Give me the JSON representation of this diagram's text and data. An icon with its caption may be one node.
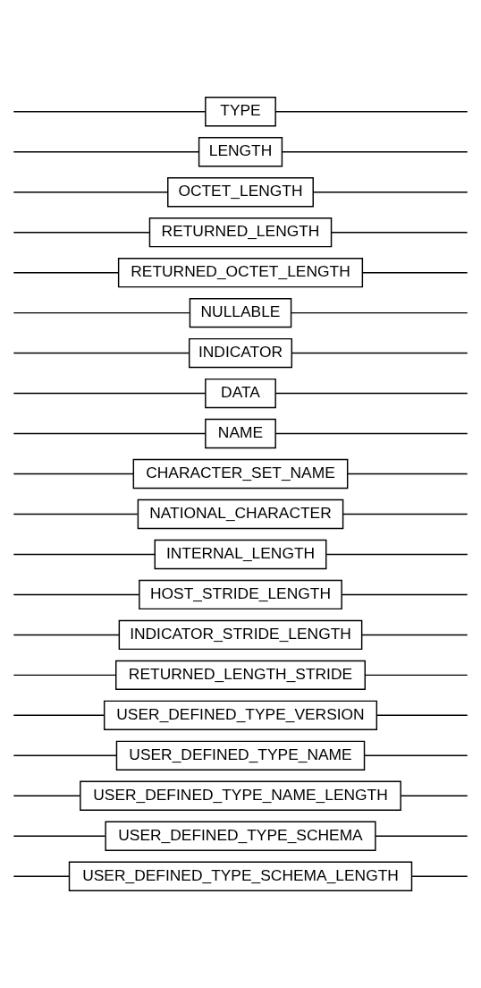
{
  "diagram": {
    "nodes": [
      {
        "text": [
          "TYPE"
        ]
      },
      {
        "text": [
          "LENGTH"
        ]
      },
      {
        "text": [
          "OCTET_LENGTH"
        ]
      },
      {
        "text": [
          "RETURNED_LENGTH"
        ]
      },
      {
        "text": [
          "RETURNED_OCTET_LENGTH"
        ]
      },
      {
        "text": [
          "NULLABLE"
        ]
      },
      {
        "text": [
          "INDICATOR"
        ]
      },
      {
        "text": [
          "DATA"
        ]
      },
      {
        "text": [
          "NAME"
        ]
      },
      {
        "text": [
          "CHARACTER_SET_NAME"
        ]
      },
      {
        "text": [
          "NATIONAL_CHARACTER"
        ]
      },
      {
        "text": [
          "INTERNAL_LENGTH"
        ]
      },
      {
        "text": [
          "HOST_STRIDE_LENGTH"
        ]
      },
      {
        "text": [
          "INDICATOR_STRIDE_LENGTH"
        ]
      },
      {
        "text": [
          "RETURNED_LENGTH_STRIDE"
        ]
      },
      {
        "text": [
          "USER_DEFINED_TYPE_VERSION"
        ]
      },
      {
        "text": [
          "USER_DEFINED_TYPE_NAME"
        ]
      },
      {
        "text": [
          "USER_DEFINED_TYPE_NAME_LENGTH"
        ]
      },
      {
        "text": [
          "USER_DEFINED_TYPE_SCHEMA"
        ]
      },
      {
        "text": [
          "USER_DEFINED_TYPE_SCHEMA_LENGTH"
        ]
      }
    ],
    "edges": [
      {
        "from": null,
        "to": 0,
        "arrow": "none"
      },
      {
        "from": null,
        "to": 1,
        "arrow": "none"
      },
      {
        "from": null,
        "to": 2,
        "arrow": "none"
      },
      {
        "from": null,
        "to": 3,
        "arrow": "none"
      },
      {
        "from": null,
        "to": 4,
        "arrow": "none"
      },
      {
        "from": null,
        "to": 5,
        "arrow": "none"
      },
      {
        "from": null,
        "to": 6,
        "arrow": "none"
      },
      {
        "from": null,
        "to": 7,
        "arrow": "none"
      },
      {
        "from": null,
        "to": 8,
        "arrow": "none"
      },
      {
        "from": null,
        "to": 9,
        "arrow": "none"
      },
      {
        "from": null,
        "to": 10,
        "arrow": "none"
      },
      {
        "from": null,
        "to": 11,
        "arrow": "none"
      },
      {
        "from": null,
        "to": 12,
        "arrow": "none"
      },
      {
        "from": null,
        "to": 13,
        "arrow": "none"
      },
      {
        "from": null,
        "to": 14,
        "arrow": "none"
      },
      {
        "from": null,
        "to": 15,
        "arrow": "none"
      },
      {
        "from": null,
        "to": 16,
        "arrow": "none"
      },
      {
        "from": null,
        "to": 17,
        "arrow": "none"
      },
      {
        "from": null,
        "to": 18,
        "arrow": "none"
      },
      {
        "from": null,
        "to": 19,
        "arrow": "none"
      },
      {
        "from": 0,
        "to": null,
        "arrow": "none"
      },
      {
        "from": 1,
        "to": null,
        "arrow": "none"
      },
      {
        "from": 2,
        "to": null,
        "arrow": "none"
      },
      {
        "from": 3,
        "to": null,
        "arrow": "none"
      },
      {
        "from": 4,
        "to": null,
        "arrow": "none"
      },
      {
        "from": 5,
        "to": null,
        "arrow": "none"
      },
      {
        "from": 6,
        "to": null,
        "arrow": "none"
      },
      {
        "from": 7,
        "to": null,
        "arrow": "none"
      },
      {
        "from": 8,
        "to": null,
        "arrow": "none"
      },
      {
        "from": 9,
        "to": null,
        "arrow": "none"
      },
      {
        "from": 10,
        "to": null,
        "arrow": "none"
      },
      {
        "from": 11,
        "to": null,
        "arrow": "none"
      },
      {
        "from": 12,
        "to": null,
        "arrow": "none"
      },
      {
        "from": 13,
        "to": null,
        "arrow": "none"
      },
      {
        "from": 14,
        "to": null,
        "arrow": "none"
      },
      {
        "from": 15,
        "to": null,
        "arrow": "none"
      },
      {
        "from": 16,
        "to": null,
        "arrow": "none"
      },
      {
        "from": 17,
        "to": null,
        "arrow": "none"
      },
      {
        "from": 18,
        "to": null,
        "arrow": "none"
      },
      {
        "from": 19,
        "to": null,
        "arrow": "none"
      }
    ]
  }
}
